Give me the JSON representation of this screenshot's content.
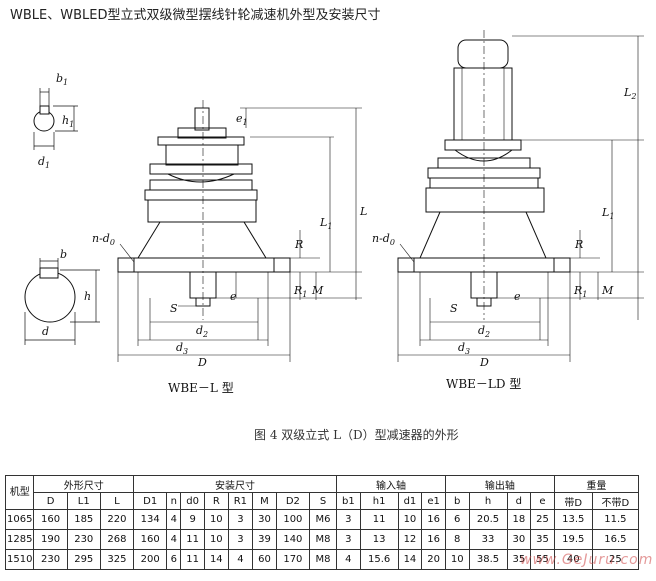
{
  "title": "WBLE、WBLED型立式双级微型摆线针轮减速机外型及安装尺寸",
  "figure_labels": {
    "left": "WBE－L 型",
    "right": "WBE－LD 型",
    "caption": "图 4 双级立式 L（D）型减速器的外形"
  },
  "dimension_labels": {
    "b1": "b",
    "b1_sub": "1",
    "h1": "h",
    "h1_sub": "1",
    "d1": "d",
    "d1_sub": "1",
    "b": "b",
    "h": "h",
    "d": "d",
    "n_d0": "n-d",
    "n_d0_sub": "0",
    "e1": "e",
    "e1_sub": "1",
    "e": "e",
    "L1": "L",
    "L1_sub": "1",
    "L": "L",
    "L2": "L",
    "L2_sub": "2",
    "R": "R",
    "R1": "R",
    "R1_sub": "1",
    "M": "M",
    "S": "S",
    "d2": "d",
    "d2_sub": "2",
    "d3": "d",
    "d3_sub": "3",
    "D": "D"
  },
  "table": {
    "group_headers": [
      "机型",
      "外形尺寸",
      "安装尺寸",
      "输入轴",
      "输出轴",
      "重量"
    ],
    "columns": [
      "D",
      "L1",
      "L",
      "D1",
      "n",
      "d0",
      "R",
      "R1",
      "M",
      "D2",
      "S",
      "b1",
      "h1",
      "d1",
      "e1",
      "b",
      "h",
      "d",
      "e",
      "带D",
      "不带D"
    ],
    "rows": [
      [
        "1065",
        "160",
        "185",
        "220",
        "134",
        "4",
        "9",
        "10",
        "3",
        "30",
        "100",
        "M6",
        "3",
        "11",
        "10",
        "16",
        "6",
        "20.5",
        "18",
        "25",
        "13.5",
        "11.5"
      ],
      [
        "1285",
        "190",
        "230",
        "268",
        "160",
        "4",
        "11",
        "10",
        "3",
        "39",
        "140",
        "M8",
        "3",
        "13",
        "12",
        "16",
        "8",
        "33",
        "30",
        "35",
        "19.5",
        "16.5"
      ],
      [
        "1510",
        "230",
        "295",
        "325",
        "200",
        "6",
        "11",
        "14",
        "4",
        "60",
        "170",
        "M8",
        "4",
        "15.6",
        "14",
        "20",
        "10",
        "38.5",
        "35",
        "55",
        "40",
        "25"
      ]
    ]
  },
  "watermark": "www.GeJuru.com"
}
